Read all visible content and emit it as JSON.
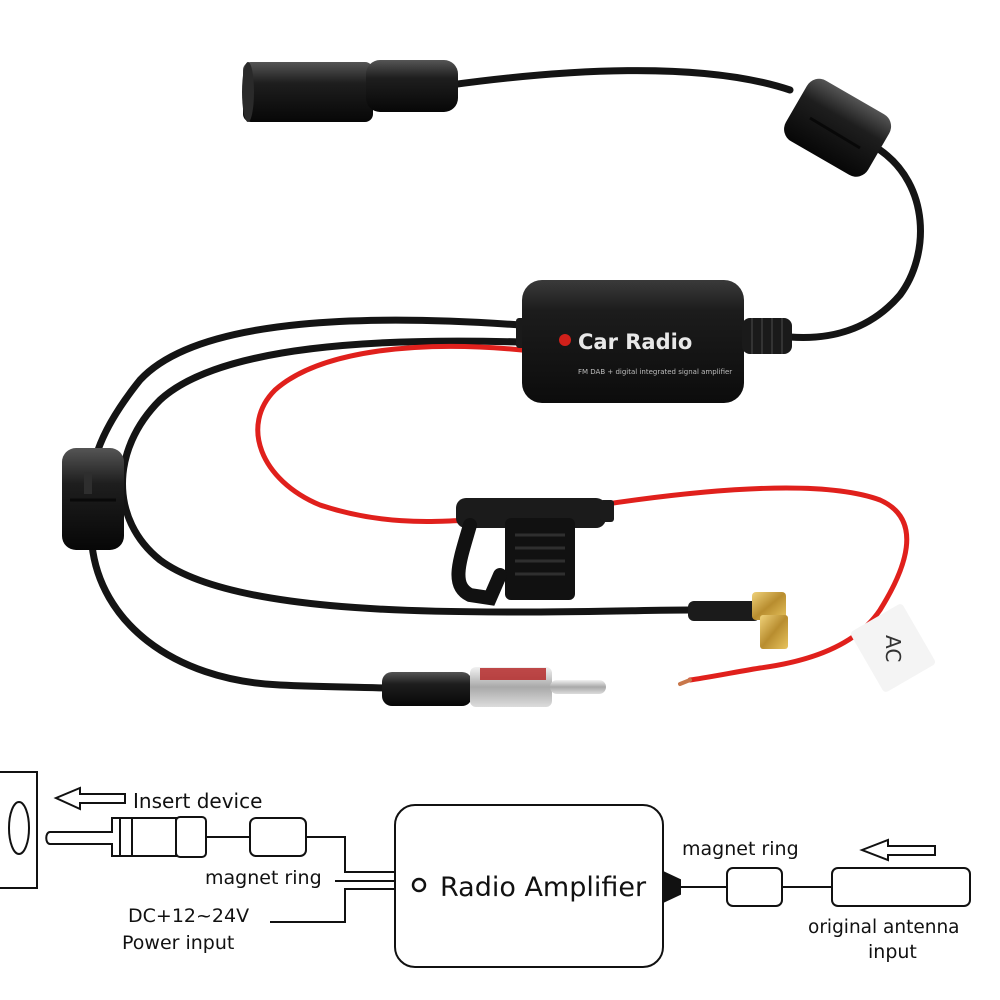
{
  "device": {
    "title": "Car Radio",
    "subtitle": "FM DAB + digital integrated signal amplifier",
    "tape_text": "AC"
  },
  "diagram": {
    "insert_device": "Insert device",
    "magnet_ring_left": "magnet ring",
    "dc_power_line1": "DC+12~24V",
    "dc_power_line2": "Power input",
    "amplifier": "Radio Amplifier",
    "magnet_ring_right": "magnet ring",
    "original_antenna_line1": "original antenna",
    "original_antenna_line2": "input"
  },
  "colors": {
    "cable": "#141414",
    "red_wire": "#e0201c",
    "led": "#d0201a",
    "diagram_line": "#111111"
  }
}
